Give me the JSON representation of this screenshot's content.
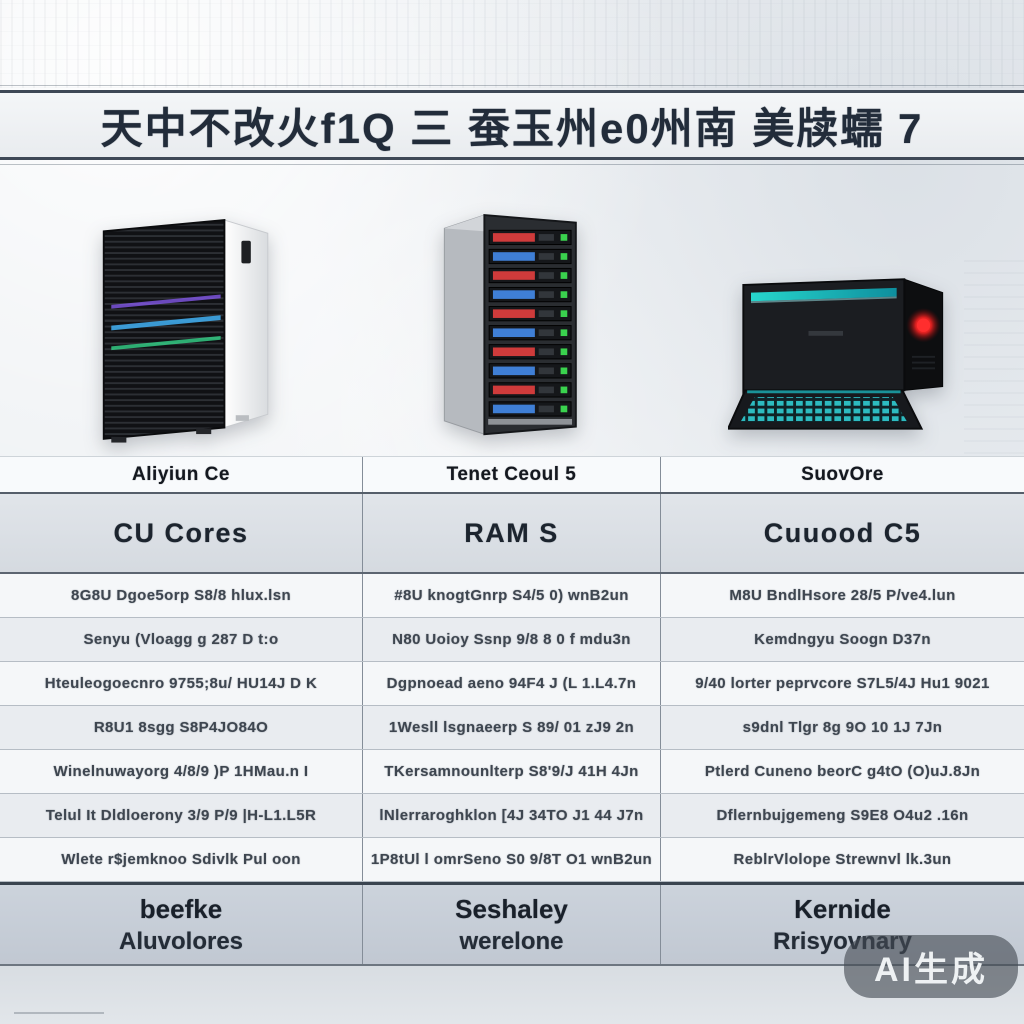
{
  "title": "天中不改火f1Q 三 蚕玉州e0州南 美牍蠕 7",
  "watermark": "AI生成",
  "colors": {
    "background": "#edf0f3",
    "band_border": "#3e4856",
    "header_bg": "#dbe0e6",
    "footer_bg": "#c9d1da",
    "text_dark": "#222c3a",
    "accent_red": "#cf3b3b",
    "accent_blue": "#3f7fd6",
    "accent_green": "#3ad24e",
    "accent_teal": "#2ec4c9"
  },
  "servers": [
    {
      "illustration": "white-tower-server-with-mesh-front"
    },
    {
      "illustration": "gray-rack-server-with-drive-bays"
    },
    {
      "illustration": "black-compact-server-with-red-logo"
    }
  ],
  "chart_data": {
    "type": "table",
    "title": "天中不改火f1Q 三 蚕玉州e0州南 美牍蠕 7",
    "columns": [
      "Aliyiun Ce",
      "Tenet Ceoul 5",
      "SuovOre"
    ],
    "header_labels": [
      "CU Cores",
      "RAM S",
      "Cuuood C5"
    ],
    "rows": [
      [
        "8G8U Dgoe5orp S8/8 hlux.lsn",
        "#8U knogtGnrp S4/5 0) wnB2un",
        "M8U BndlHsore 28/5 P/ve4.lun"
      ],
      [
        "Senyu (Vloagg g 287 D t:o",
        "N80 Uoioy Ssnp 9/8 8 0 f mdu3n",
        "Kemdngyu Soogn D37n"
      ],
      [
        "Hteuleogoecnro 9755;8u/ HU14J D K",
        "Dgpnoead aeno 94F4 J (L 1.L4.7n",
        "9/40 lorter peprvcore S7L5/4J Hu1 9021"
      ],
      [
        "R8U1 8sgg S8P4JO84O",
        "1Wesll lsgnaeerp S 89/ 01 zJ9 2n",
        "s9dnl Tlgr 8g 9O 10 1J 7Jn"
      ],
      [
        "Winelnuwayorg 4/8/9 )P 1HMau.n I",
        "TKersamnounlterp S8'9/J 41H 4Jn",
        "Ptlerd Cuneno beorC g4tO (O)uJ.8Jn"
      ],
      [
        "Telul It Dldloerony 3/9 P/9 |H-L1.L5R",
        "lNlerraroghklon [4J 34TO J1 44 J7n",
        "Dflernbujgemeng S9E8 O4u2 .16n"
      ],
      [
        "Wlete r$jemknoo Sdivlk Pul oon",
        "1P8tUl l omrSeno S0 9/8T O1 wnB2un",
        "ReblrVlolope Strewnvl lk.3un"
      ]
    ],
    "footer": [
      {
        "line1": "beefke",
        "line2": "Aluvolores"
      },
      {
        "line1": "Seshaley",
        "line2": "werelone"
      },
      {
        "line1": "Kernide",
        "line2": "Rrisyovnary"
      }
    ],
    "layout_hints": {
      "grid": "3 columns x (name + header + 7 spec rows + footer)",
      "legend": "none"
    }
  }
}
